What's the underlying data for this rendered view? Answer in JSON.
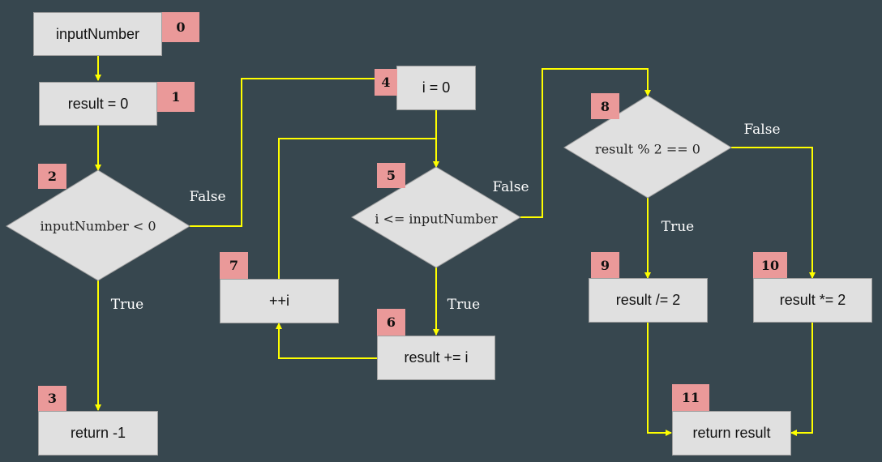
{
  "colors": {
    "background": "#37474f",
    "node_fill": "#e0e0e0",
    "node_border": "#9e9e9e",
    "badge_fill": "#ea9999",
    "edge": "#ffff00",
    "edge_label": "#ffffff"
  },
  "nodes": {
    "n0": {
      "id": "0",
      "text": "inputNumber",
      "shape": "rect"
    },
    "n1": {
      "id": "1",
      "text": "result = 0",
      "shape": "rect"
    },
    "n2": {
      "id": "2",
      "text": "inputNumber < 0",
      "shape": "diamond"
    },
    "n3": {
      "id": "3",
      "text": "return -1",
      "shape": "rect"
    },
    "n4": {
      "id": "4",
      "text": "i = 0",
      "shape": "rect"
    },
    "n5": {
      "id": "5",
      "text": "i <= inputNumber",
      "shape": "diamond"
    },
    "n6": {
      "id": "6",
      "text": "result += i",
      "shape": "rect"
    },
    "n7": {
      "id": "7",
      "text": "++i",
      "shape": "rect"
    },
    "n8": {
      "id": "8",
      "text": "result % 2 == 0",
      "shape": "diamond"
    },
    "n9": {
      "id": "9",
      "text": "result /= 2",
      "shape": "rect"
    },
    "n10": {
      "id": "10",
      "text": "result *= 2",
      "shape": "rect"
    },
    "n11": {
      "id": "11",
      "text": "return result",
      "shape": "rect"
    }
  },
  "edges": [
    {
      "from": "0",
      "to": "1",
      "label": ""
    },
    {
      "from": "1",
      "to": "2",
      "label": ""
    },
    {
      "from": "2",
      "to": "3",
      "label": "True"
    },
    {
      "from": "2",
      "to": "4",
      "label": "False"
    },
    {
      "from": "4",
      "to": "5",
      "label": ""
    },
    {
      "from": "5",
      "to": "6",
      "label": "True"
    },
    {
      "from": "5",
      "to": "8",
      "label": "False"
    },
    {
      "from": "6",
      "to": "7",
      "label": ""
    },
    {
      "from": "7",
      "to": "5",
      "label": ""
    },
    {
      "from": "8",
      "to": "9",
      "label": "True"
    },
    {
      "from": "8",
      "to": "10",
      "label": "False"
    },
    {
      "from": "9",
      "to": "11",
      "label": ""
    },
    {
      "from": "10",
      "to": "11",
      "label": ""
    }
  ],
  "edge_labels": {
    "e2_true": "True",
    "e2_false": "False",
    "e5_true": "True",
    "e5_false": "False",
    "e8_true": "True",
    "e8_false": "False"
  }
}
